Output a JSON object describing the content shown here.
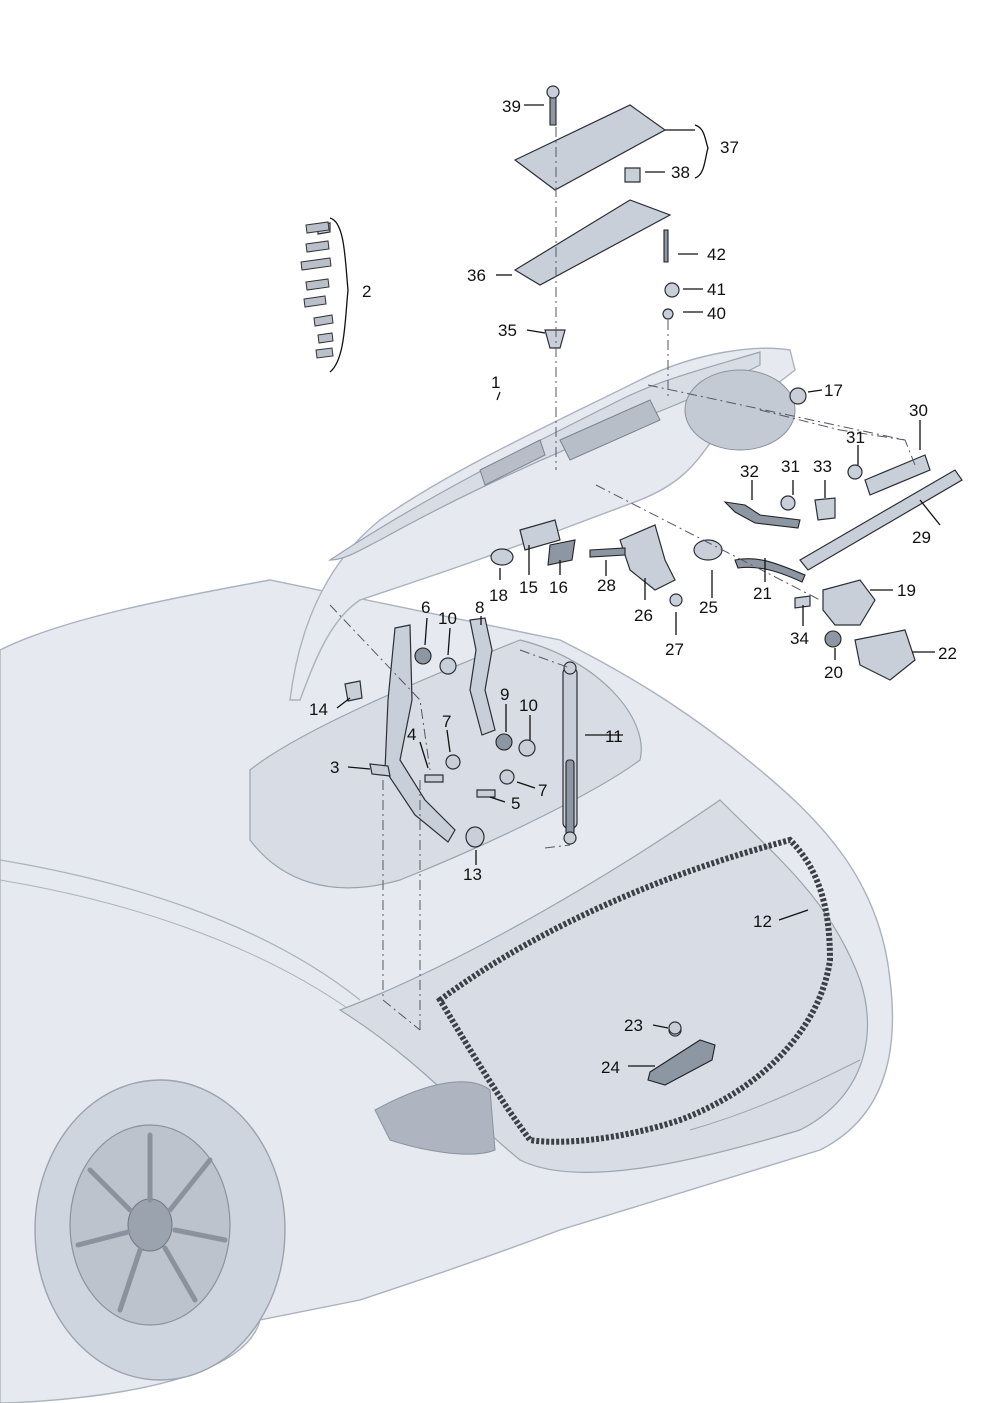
{
  "callouts": {
    "c1": "1",
    "c2": "2",
    "c3": "3",
    "c4": "4",
    "c5": "5",
    "c6": "6",
    "c7a": "7",
    "c7b": "7",
    "c8": "8",
    "c9": "9",
    "c10a": "10",
    "c10b": "10",
    "c11": "11",
    "c12": "12",
    "c13": "13",
    "c14": "14",
    "c15": "15",
    "c16": "16",
    "c17": "17",
    "c18": "18",
    "c19": "19",
    "c20": "20",
    "c21": "21",
    "c22": "22",
    "c23": "23",
    "c24": "24",
    "c25": "25",
    "c26": "26",
    "c27": "27",
    "c28": "28",
    "c29": "29",
    "c30": "30",
    "c31a": "31",
    "c31b": "31",
    "c32": "32",
    "c33": "33",
    "c34": "34",
    "c35": "35",
    "c36": "36",
    "c37": "37",
    "c38": "38",
    "c39": "39",
    "c40": "40",
    "c41": "41",
    "c42": "42"
  }
}
